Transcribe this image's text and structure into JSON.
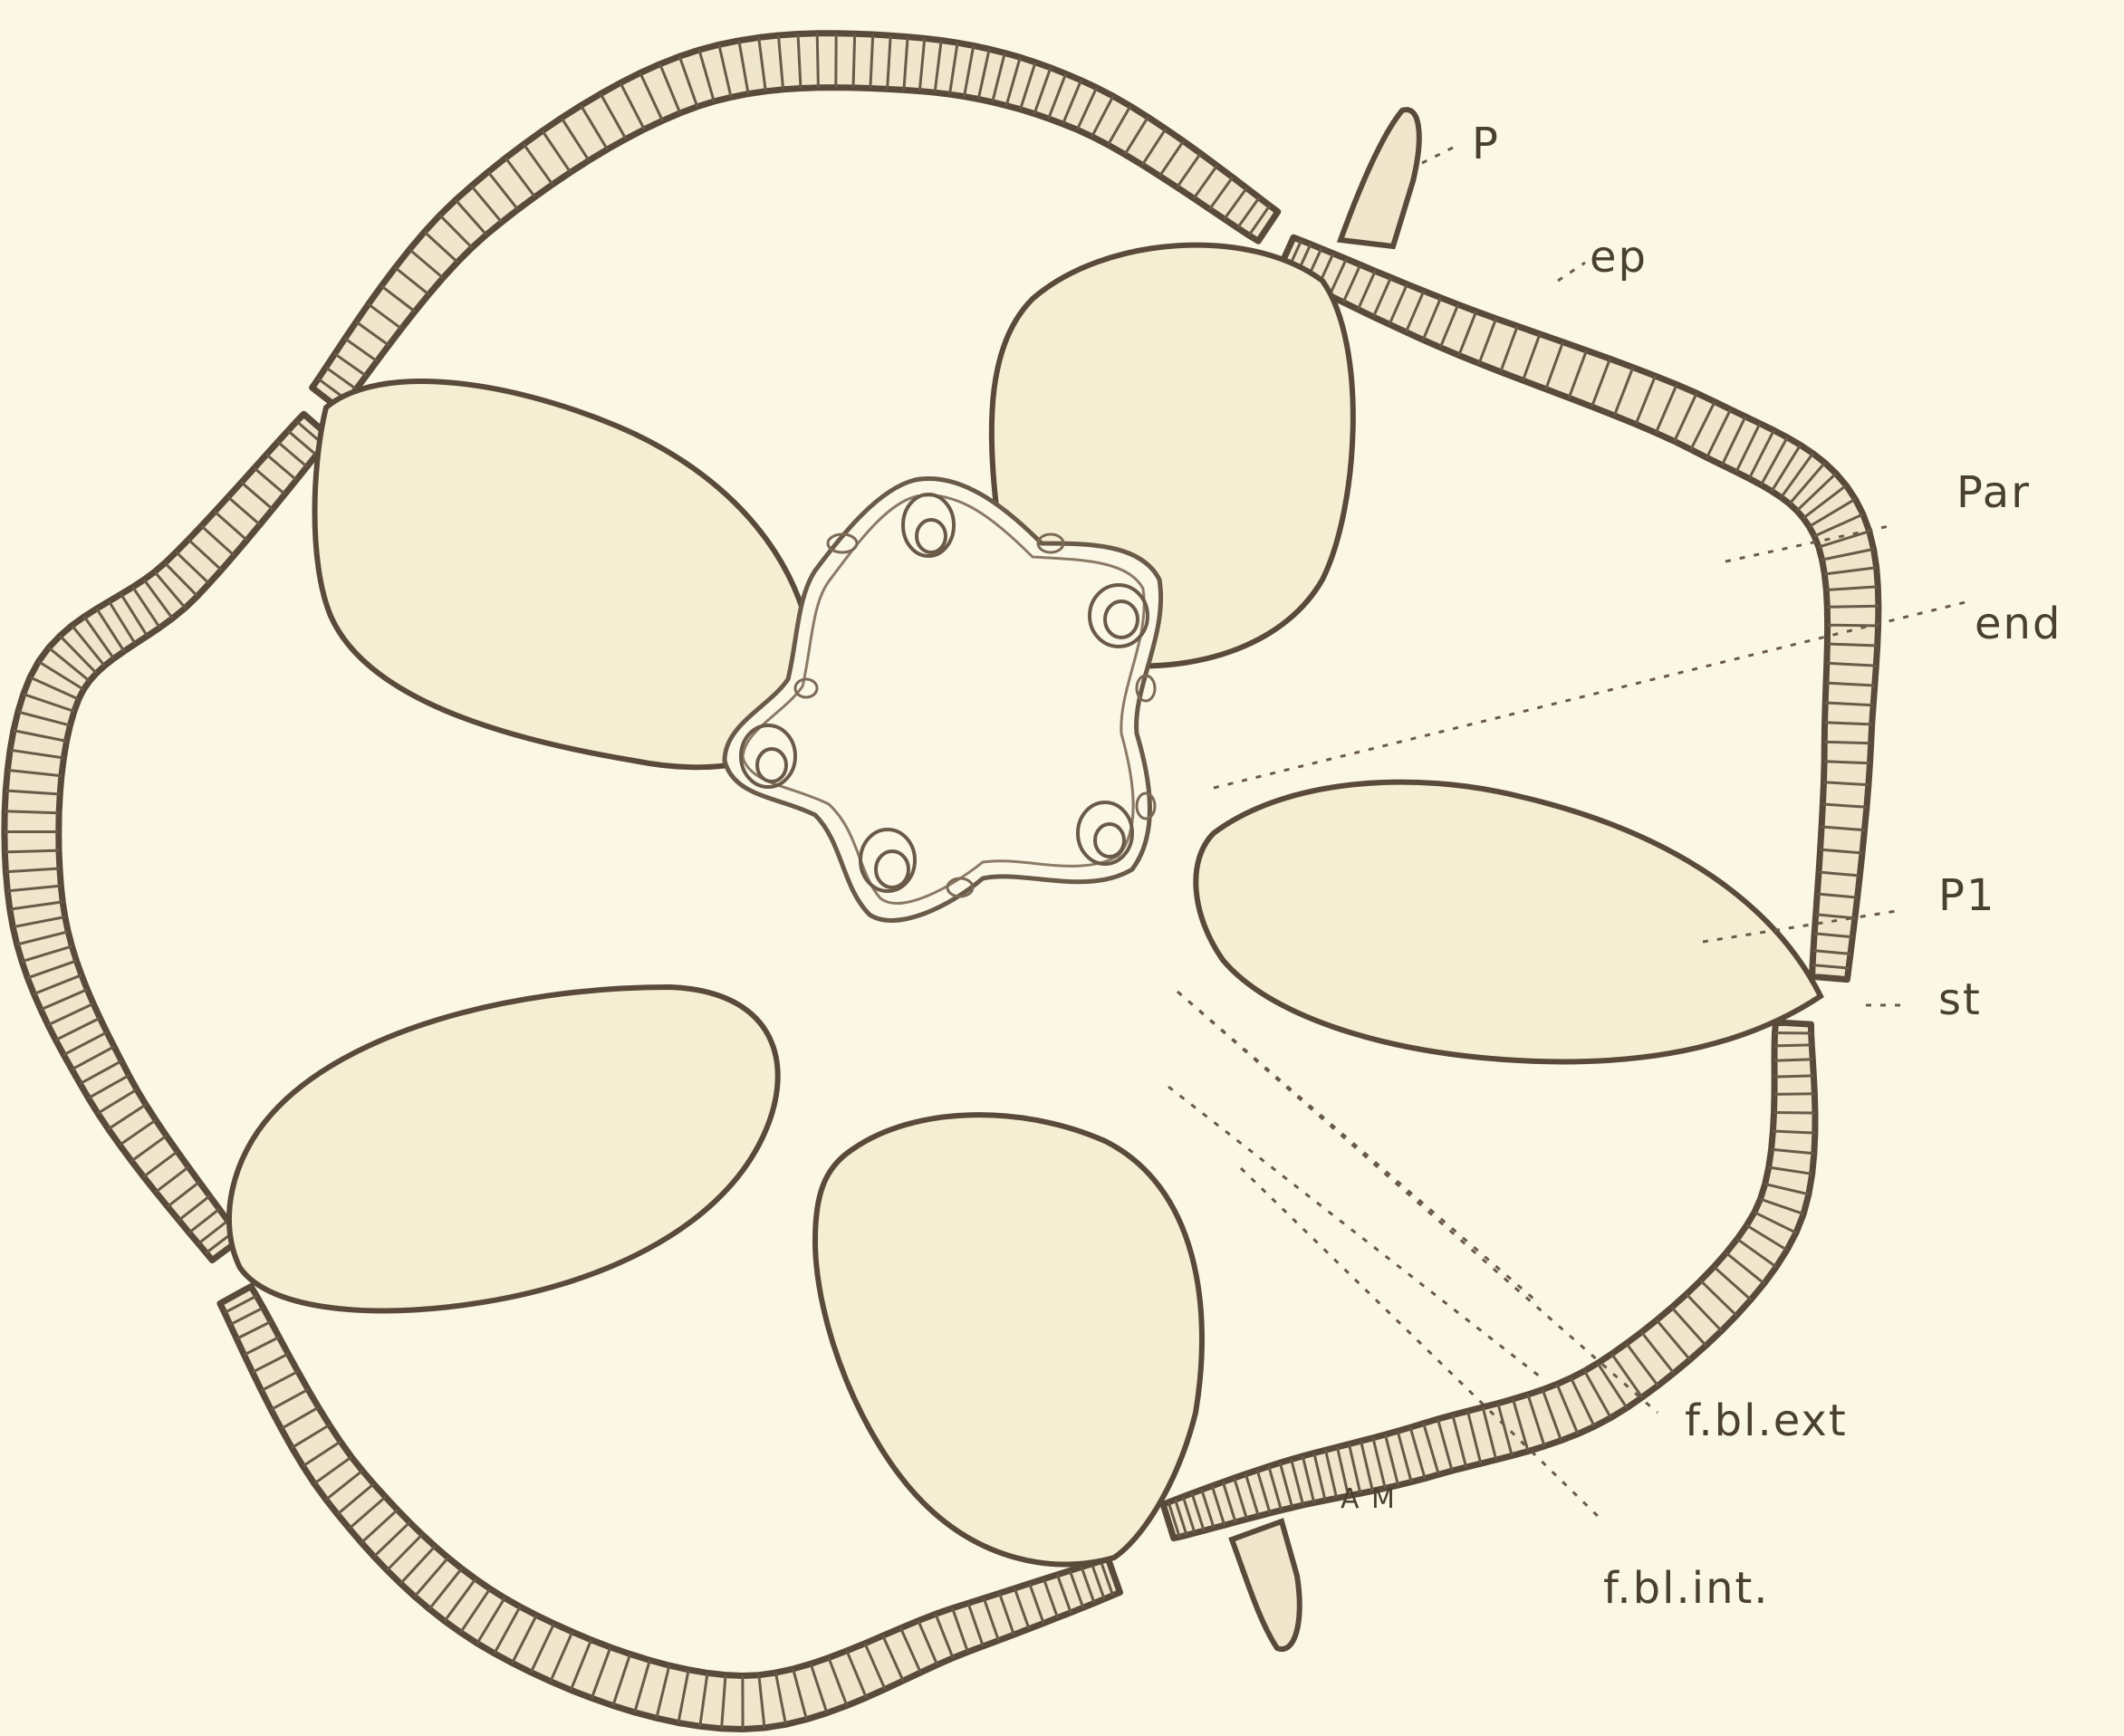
{
  "figure": {
    "colors": {
      "background": "#fbf7e6",
      "ink": "#5a4a3a",
      "chamber_fill": "#f5eed2",
      "wall_fill": "#efe6cc"
    },
    "labels": {
      "p": "P",
      "ep": "ep",
      "par": "Par",
      "end": "end",
      "p1": "P1",
      "st": "st",
      "fbl_ext": "f.bl.ext",
      "fbl_int": "f.bl.int.",
      "am": "A M"
    }
  }
}
